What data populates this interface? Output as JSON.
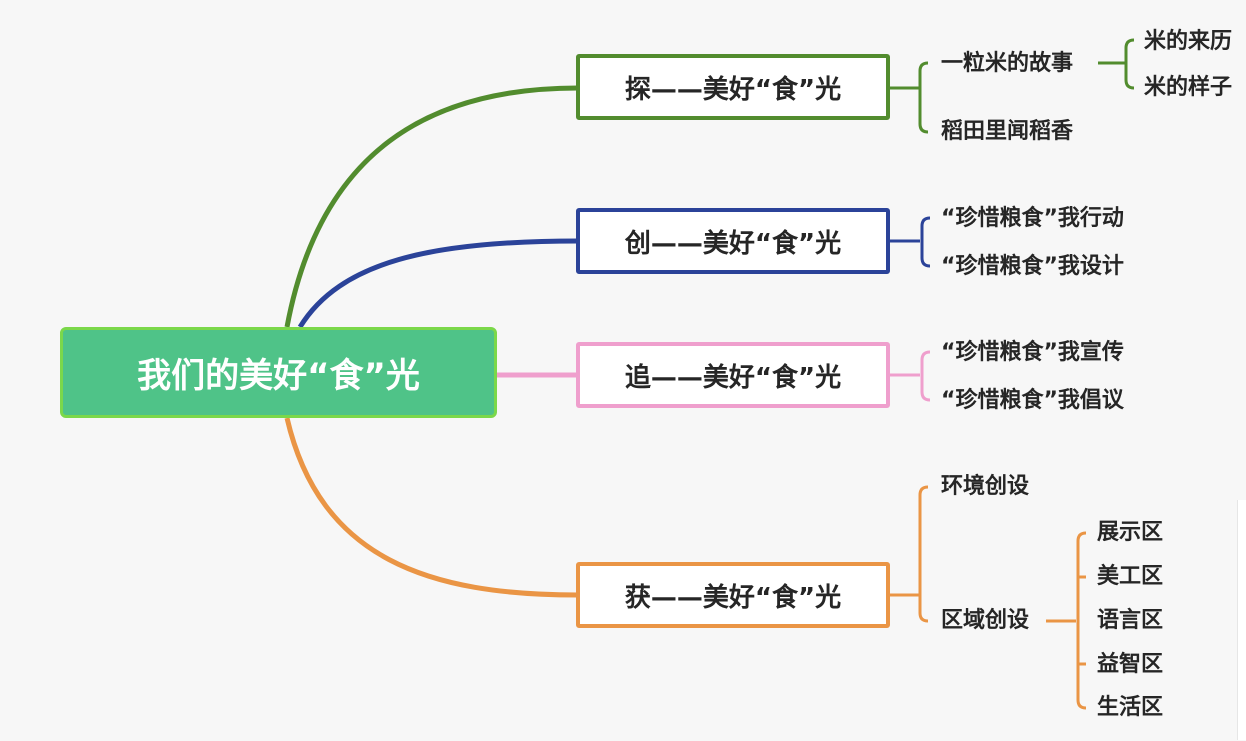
{
  "colors": {
    "background": "#f7f7f7",
    "root_fill": "#4fc388",
    "root_border": "#7bd84a",
    "branch_tan": "#528c2e",
    "branch_chuang": "#2b4399",
    "branch_zhui": "#ef9fcd",
    "branch_huo": "#ea9545"
  },
  "root": {
    "label": "我们的美好“食”光"
  },
  "branches": [
    {
      "label": "探——美好“食”光",
      "children": [
        {
          "label": "一粒米的故事",
          "children": [
            {
              "label": "米的来历"
            },
            {
              "label": "米的样子"
            }
          ]
        },
        {
          "label": "稻田里闻稻香"
        }
      ]
    },
    {
      "label": "创——美好“食”光",
      "children": [
        {
          "label": "“珍惜粮食”我行动"
        },
        {
          "label": "“珍惜粮食”我设计"
        }
      ]
    },
    {
      "label": "追——美好“食”光",
      "children": [
        {
          "label": "“珍惜粮食”我宣传"
        },
        {
          "label": "“珍惜粮食”我倡议"
        }
      ]
    },
    {
      "label": "获——美好“食”光",
      "children": [
        {
          "label": "环境创设"
        },
        {
          "label": "区域创设",
          "children": [
            {
              "label": "展示区"
            },
            {
              "label": "美工区"
            },
            {
              "label": "语言区"
            },
            {
              "label": "益智区"
            },
            {
              "label": "生活区"
            }
          ]
        }
      ]
    }
  ]
}
